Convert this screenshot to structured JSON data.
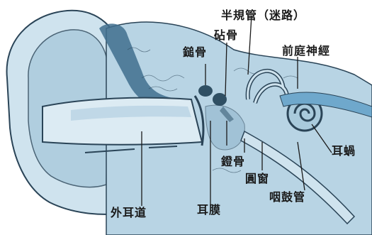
{
  "labels": {
    "semicircular_canals": "半規管（迷路）",
    "incus": "砧骨",
    "malleus": "鎚骨",
    "vestibular_nerve": "前庭神經",
    "cochlea": "耳蝸",
    "stapes": "鐙骨",
    "round_window": "圓窗",
    "ear_canal": "外耳道",
    "eardrum": "耳膜",
    "eustachian_tube": "咽鼓管"
  },
  "colors": {
    "skin": "#cfe3ee",
    "tissue": "#a9cadc",
    "deep": "#5f8fae",
    "line": "#2a4457",
    "nerve": "#6fa8cc"
  }
}
